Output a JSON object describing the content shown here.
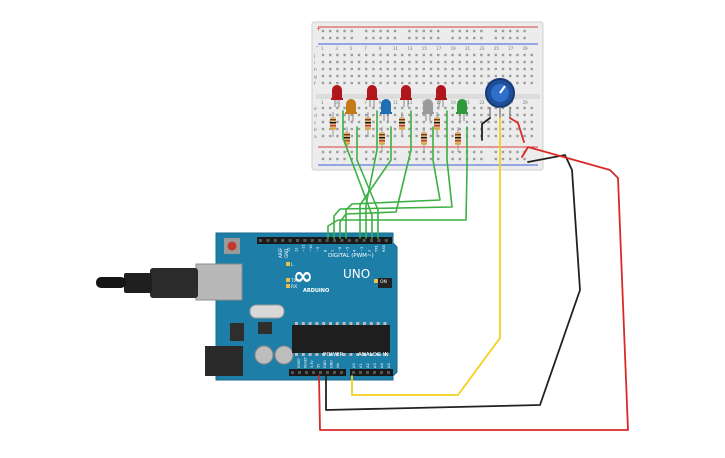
{
  "breadboard": {
    "row_letters_top": [
      "j",
      "i",
      "h",
      "g",
      "f"
    ],
    "row_letters_bottom": [
      "e",
      "d",
      "c",
      "b",
      "a"
    ],
    "column_numbers": [
      "1",
      "3",
      "5",
      "7",
      "9",
      "11",
      "13",
      "15",
      "17",
      "19",
      "21",
      "23",
      "25",
      "27",
      "29"
    ],
    "rail_plus": "+",
    "rail_minus": "-"
  },
  "leds": [
    {
      "color": "#b0161b"
    },
    {
      "color": "#c47a16"
    },
    {
      "color": "#b0161b"
    },
    {
      "color": "#1f6fb5"
    },
    {
      "color": "#b0161b"
    },
    {
      "color": "#9a9a9a"
    },
    {
      "color": "#b0161b"
    },
    {
      "color": "#2e9a3a"
    }
  ],
  "arduino": {
    "brand": "ARDUINO",
    "model": "UNO",
    "logo_text": "∞",
    "digital_header_label": "DIGITAL (PWM~)",
    "power_label": "POWER",
    "analog_label": "ANALOG IN",
    "on_label": "ON",
    "tx_label": "TX",
    "rx_label": "RX",
    "l_label": "L",
    "aref_label": "AREF",
    "gnd_label": "GND",
    "digital_pins": [
      "13",
      "12",
      "~11",
      "~10",
      "~9",
      "8",
      "7",
      "~6",
      "~5",
      "4",
      "~3",
      "2",
      "TX1",
      "RX0"
    ],
    "power_pins": [
      "IOREF",
      "RESET",
      "3.3V",
      "5V",
      "GND",
      "GND",
      "Vin"
    ],
    "analog_pins": [
      "A0",
      "A1",
      "A2",
      "A3",
      "A4",
      "A5"
    ]
  },
  "colors": {
    "board_blue": "#1d7fa8",
    "wire_green": "#3cb043",
    "wire_yellow": "#f2d01e",
    "wire_black": "#222222",
    "wire_red": "#d92a2a",
    "breadboard": "#eeeeee"
  }
}
